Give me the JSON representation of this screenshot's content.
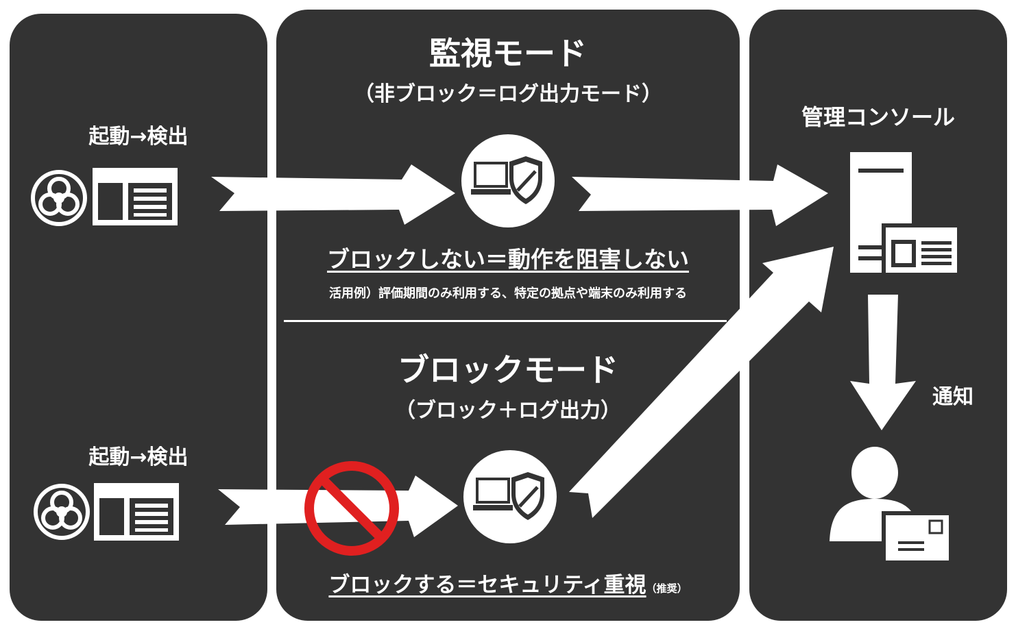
{
  "monitor_mode": {
    "title": "監視モード",
    "subtitle": "（非ブロック＝ログ出力モード）",
    "description": "ブロックしない＝動作を阻害しない",
    "example": "活用例）評価期間のみ利用する、特定の拠点や端末のみ利用する"
  },
  "block_mode": {
    "title": "ブロックモード",
    "subtitle": "（ブロック＋ログ出力）",
    "description": "ブロックする＝セキュリティ重視",
    "note": "（推奨）"
  },
  "left_panel": {
    "detection_top": "起動→検出",
    "detection_bottom": "起動→検出"
  },
  "right_panel": {
    "console_label": "管理コンソール",
    "notify_label": "通知"
  },
  "icons": [
    "biohazard-icon",
    "window-icon",
    "laptop-shield-icon",
    "server-icon",
    "prohibited-icon",
    "user-icon",
    "mail-icon"
  ],
  "colors": {
    "panel": "#333333",
    "foreground": "#ffffff",
    "prohibit": "#e02020"
  }
}
